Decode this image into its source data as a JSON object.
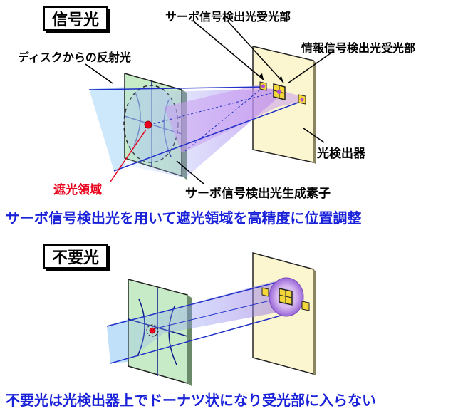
{
  "top": {
    "title": "信号光",
    "label_reflected": "ディスクからの反射光",
    "label_servo_receiver": "サーボ信号検出光受光部",
    "label_info_receiver": "情報信号検出光受光部",
    "label_detector": "光検出器",
    "label_blocking_region": "遮光領域",
    "label_servo_element": "サーボ信号検出光生成素子",
    "caption": "サーボ信号検出光を用いて遮光領域を高精度に位置調整"
  },
  "bottom": {
    "title": "不要光",
    "caption": "不要光は光検出器上でドーナツ状になり受光部に入らない"
  },
  "colors": {
    "caption_blue": "#1a22d9",
    "blocking_red": "#e8001c",
    "element_green": "#c6ebc6",
    "detector_yellow": "#fbf6cf",
    "beam_purple": "#b98ee6",
    "beam_blue": "#2030c8"
  }
}
